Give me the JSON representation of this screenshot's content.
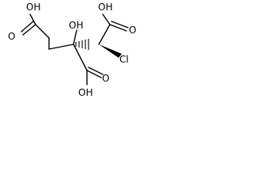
{
  "structure": {
    "atoms": {
      "oh_top_left": "OH",
      "o_left": "O",
      "oh_center": "OH",
      "oh_top_right": "OH",
      "o_right": "O",
      "cl": "Cl",
      "oh_bottom": "OH",
      "o_bottom": "O"
    }
  }
}
